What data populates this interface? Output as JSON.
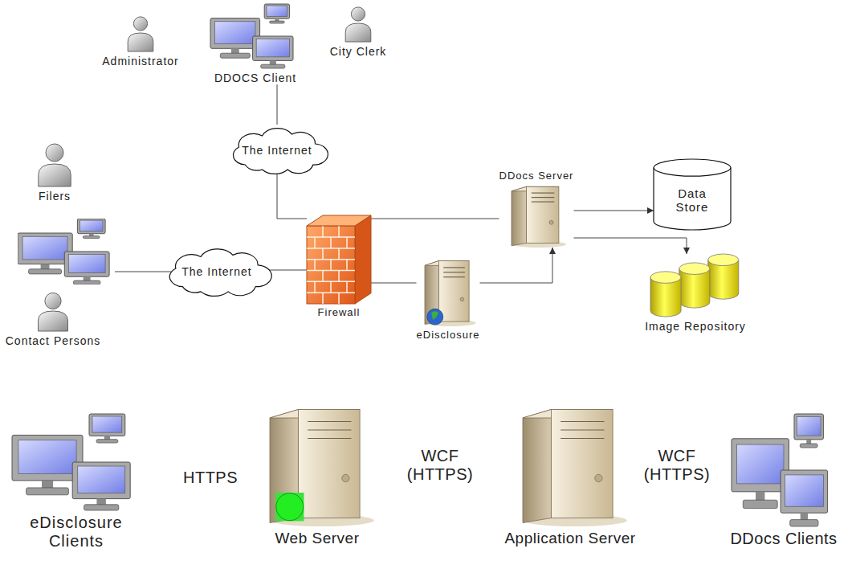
{
  "diagram": {
    "nodes": [
      {
        "text": [
          "Administrator"
        ]
      },
      {
        "text": [
          "DDOCS Client"
        ]
      },
      {
        "text": [
          "City Clerk"
        ]
      },
      {
        "text": [
          "The Internet"
        ]
      },
      {
        "text": [
          "Filers"
        ]
      },
      {
        "text": [
          "Contact Persons"
        ]
      },
      {
        "text": [
          "The Internet"
        ]
      },
      {
        "text": [
          "Firewall"
        ]
      },
      {
        "text": [
          "eDisclosure"
        ]
      },
      {
        "text": [
          "DDocs Server"
        ]
      },
      {
        "text": [
          "Data Store"
        ]
      },
      {
        "text": [
          "Image Repository"
        ]
      },
      {
        "text": [
          "eDisclosure Clients"
        ]
      },
      {
        "text": [
          "Web Server"
        ]
      },
      {
        "text": [
          "Application Server"
        ]
      },
      {
        "text": [
          "DDocs Clients"
        ]
      }
    ],
    "edges": [
      {
        "from": 1,
        "to": 3,
        "arrow": "none"
      },
      {
        "from": 3,
        "to": 7,
        "arrow": "none"
      },
      {
        "from": 6,
        "to": 7,
        "arrow": "none"
      },
      {
        "from": 7,
        "to": 9,
        "arrow": "none"
      },
      {
        "from": 7,
        "to": 8,
        "arrow": "none"
      },
      {
        "from": 8,
        "to": 9,
        "arrow": "to"
      },
      {
        "from": 9,
        "to": 10,
        "arrow": "to"
      },
      {
        "from": 9,
        "to": 11,
        "arrow": "to"
      }
    ],
    "labels": [
      "HTTPS",
      "WCF (HTTPS)",
      "WCF (HTTPS)"
    ]
  }
}
